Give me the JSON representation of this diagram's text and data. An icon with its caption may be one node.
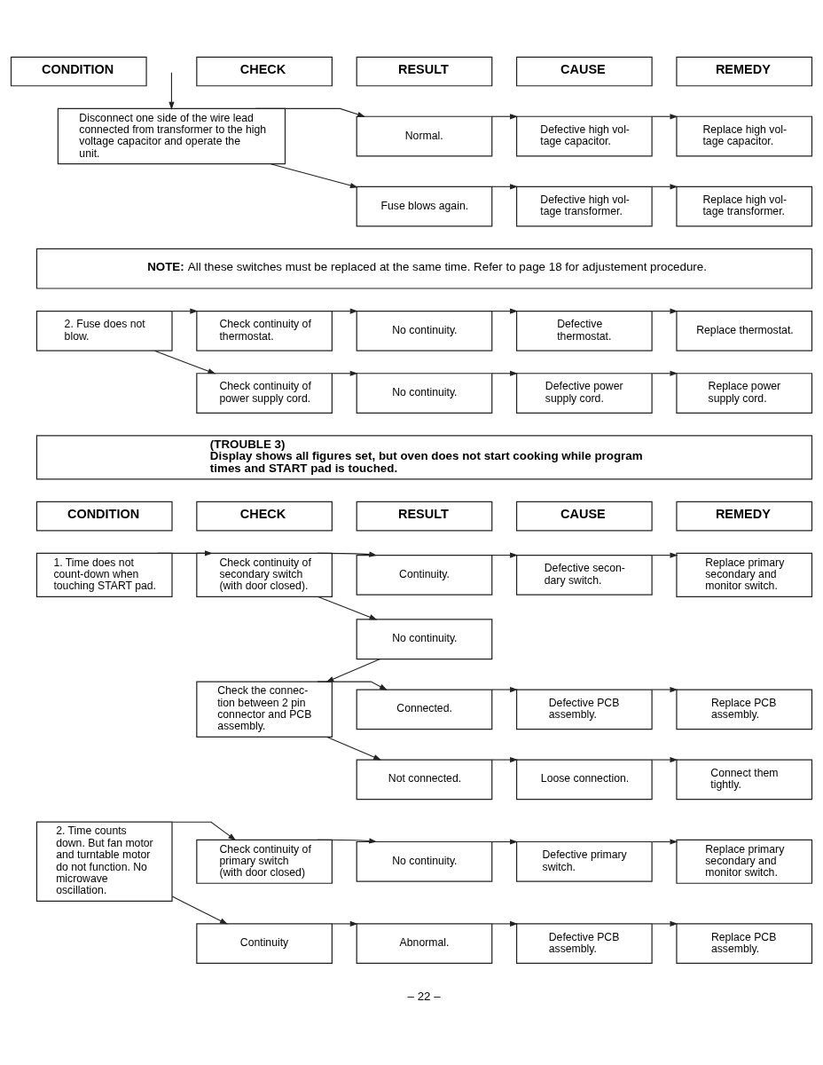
{
  "diagram": {
    "nodes": [
      {
        "text": [
          "CONDITION"
        ]
      },
      {
        "text": [
          "CHECK"
        ]
      },
      {
        "text": [
          "RESULT"
        ]
      },
      {
        "text": [
          "CAUSE"
        ]
      },
      {
        "text": [
          "REMEDY"
        ]
      },
      {
        "text": [
          "Disconnect one side of the wire lead connected from transformer to the high voltage capacitor and operate the unit."
        ]
      },
      {
        "text": [
          "Normal."
        ]
      },
      {
        "text": [
          "Defective high vol- tage capacitor."
        ]
      },
      {
        "text": [
          "Replace high vol- tage capacitor."
        ]
      },
      {
        "text": [
          "Fuse blows again."
        ]
      },
      {
        "text": [
          "Defective high vol- tage transformer."
        ]
      },
      {
        "text": [
          "Replace high vol- tage transformer."
        ]
      },
      {
        "text": [
          "**NOTE:** All these switches must be replaced at the same time. Refer to page 18 for adjustement procedure."
        ]
      },
      {
        "text": [
          "2. Fuse does not blow."
        ]
      },
      {
        "text": [
          "Check continuity of thermostat."
        ]
      },
      {
        "text": [
          "No continuity."
        ]
      },
      {
        "text": [
          "Defective thermostat."
        ]
      },
      {
        "text": [
          "Replace thermostat."
        ]
      },
      {
        "text": [
          "Check continuity of power supply cord."
        ]
      },
      {
        "text": [
          "No continuity."
        ]
      },
      {
        "text": [
          "Defective power supply cord."
        ]
      },
      {
        "text": [
          "Replace power supply cord."
        ]
      },
      {
        "text": [
          "(TROUBLE 3)",
          "Display shows all figures set, but oven does not start cooking while program times and START pad is touched."
        ]
      },
      {
        "text": [
          "CONDITION"
        ]
      },
      {
        "text": [
          "CHECK"
        ]
      },
      {
        "text": [
          "RESULT"
        ]
      },
      {
        "text": [
          "CAUSE"
        ]
      },
      {
        "text": [
          "REMEDY"
        ]
      },
      {
        "text": [
          "1. Time does not count-down when touching START pad."
        ]
      },
      {
        "text": [
          "Check continuity of secondary switch (with door closed)."
        ]
      },
      {
        "text": [
          "Continuity."
        ]
      },
      {
        "text": [
          "Defective secon- dary switch."
        ]
      },
      {
        "text": [
          "Replace primary secondary and monitor switch."
        ]
      },
      {
        "text": [
          "No continuity."
        ]
      },
      {
        "text": [
          "Check the connec- tion between 2 pin connector and PCB assembly."
        ]
      },
      {
        "text": [
          "Connected."
        ]
      },
      {
        "text": [
          "Defective PCB assembly."
        ]
      },
      {
        "text": [
          "Replace PCB assembly."
        ]
      },
      {
        "text": [
          "Not connected."
        ]
      },
      {
        "text": [
          "Loose connection."
        ]
      },
      {
        "text": [
          "Connect them tightly."
        ]
      },
      {
        "text": [
          "2. Time counts down. But fan motor and turntable motor do not function. No microwave oscillation."
        ]
      },
      {
        "text": [
          "Check continuity of primary switch (with door closed)"
        ]
      },
      {
        "text": [
          "No continuity."
        ]
      },
      {
        "text": [
          "Defective primary switch."
        ]
      },
      {
        "text": [
          "Replace primary secondary and monitor switch."
        ]
      },
      {
        "text": [
          "Continuity"
        ]
      },
      {
        "text": [
          "Abnormal."
        ]
      },
      {
        "text": [
          "Defective PCB assembly."
        ]
      },
      {
        "text": [
          "Replace PCB assembly."
        ]
      }
    ],
    "edges": [
      {
        "from": null,
        "to": 5,
        "arrow": "to"
      },
      {
        "from": 5,
        "to": 6,
        "arrow": "to"
      },
      {
        "from": 5,
        "to": 9,
        "arrow": "to"
      },
      {
        "from": 6,
        "to": 7,
        "arrow": "to"
      },
      {
        "from": 7,
        "to": 8,
        "arrow": "to"
      },
      {
        "from": 9,
        "to": 10,
        "arrow": "to"
      },
      {
        "from": 10,
        "to": 11,
        "arrow": "to"
      },
      {
        "from": 13,
        "to": 14,
        "arrow": "to"
      },
      {
        "from": 13,
        "to": 18,
        "arrow": "to"
      },
      {
        "from": 14,
        "to": 15,
        "arrow": "to"
      },
      {
        "from": 15,
        "to": 16,
        "arrow": "to"
      },
      {
        "from": 16,
        "to": 17,
        "arrow": "to"
      },
      {
        "from": 18,
        "to": 19,
        "arrow": "to"
      },
      {
        "from": 19,
        "to": 20,
        "arrow": "to"
      },
      {
        "from": 20,
        "to": 21,
        "arrow": "to"
      },
      {
        "from": 28,
        "to": 29,
        "arrow": "to"
      },
      {
        "from": 29,
        "to": 30,
        "arrow": "to"
      },
      {
        "from": 29,
        "to": 33,
        "arrow": "to"
      },
      {
        "from": 30,
        "to": 31,
        "arrow": "to"
      },
      {
        "from": 31,
        "to": 32,
        "arrow": "to"
      },
      {
        "from": 33,
        "to": 34,
        "arrow": "to"
      },
      {
        "from": 34,
        "to": 35,
        "arrow": "to"
      },
      {
        "from": 34,
        "to": 38,
        "arrow": "to"
      },
      {
        "from": 35,
        "to": 36,
        "arrow": "to"
      },
      {
        "from": 36,
        "to": 37,
        "arrow": "to"
      },
      {
        "from": 38,
        "to": 39,
        "arrow": "to"
      },
      {
        "from": 39,
        "to": 40,
        "arrow": "to"
      },
      {
        "from": 41,
        "to": 42,
        "arrow": "to"
      },
      {
        "from": 41,
        "to": 46,
        "arrow": "to"
      },
      {
        "from": 42,
        "to": 43,
        "arrow": "to"
      },
      {
        "from": 43,
        "to": 44,
        "arrow": "to"
      },
      {
        "from": 44,
        "to": 45,
        "arrow": "to"
      },
      {
        "from": 46,
        "to": 47,
        "arrow": "to"
      },
      {
        "from": 47,
        "to": 48,
        "arrow": "to"
      },
      {
        "from": 48,
        "to": 49,
        "arrow": "to"
      }
    ],
    "labels": [
      "– 22 –"
    ]
  }
}
